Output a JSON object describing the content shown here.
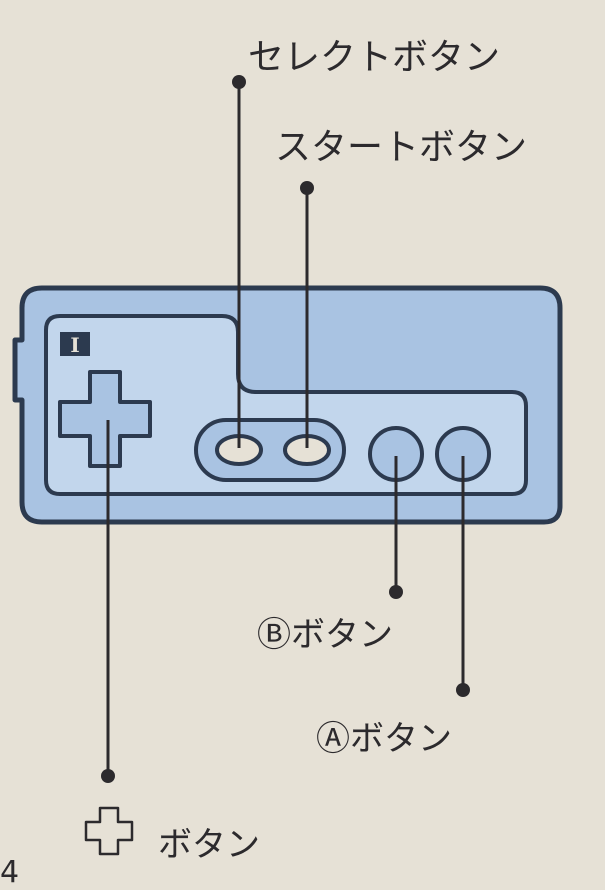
{
  "labels": {
    "select_button": "セレクトボタン",
    "start_button": "スタートボタン",
    "b_button": "Ⓑボタン",
    "a_button": "Ⓐボタン",
    "dpad_button": "ボタン"
  },
  "controller": {
    "player_number": "I"
  },
  "page_number": "4",
  "colors": {
    "background": "#e6e1d6",
    "controller_fill": "#a9c3e2",
    "controller_light": "#c2d6ec",
    "outline": "#2c3a4f",
    "text": "#2c2a2d"
  }
}
